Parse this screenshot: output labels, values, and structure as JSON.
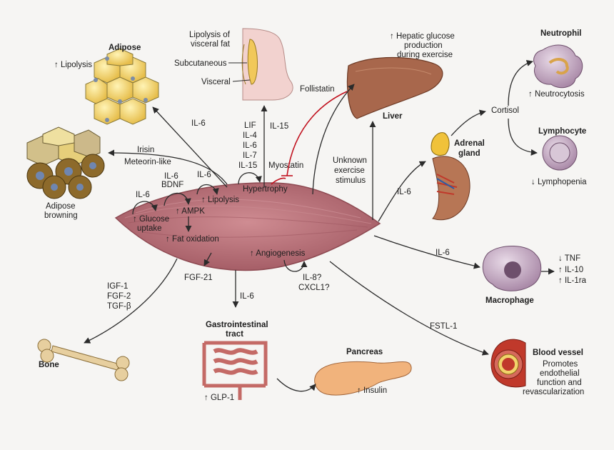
{
  "colors": {
    "muscle": "#b66b73",
    "muscle_dark": "#8e4a52",
    "fat_yellow": "#f2d36b",
    "liver": "#9c5a3f",
    "gut": "#e9a8a0",
    "pancreas": "#f1b37c",
    "bone": "#e3c99b",
    "cell_purple": "#b89ab5",
    "inhibit_red": "#c1121f",
    "background": "#f6f5f3"
  },
  "organs": {
    "adipose": {
      "title": "Adipose",
      "effect": "↑ Lipolysis"
    },
    "adipose_browning": {
      "title_line1": "Adipose",
      "title_line2": "browning"
    },
    "visceral_fat": {
      "title_line1": "Lipolysis of",
      "title_line2": "visceral fat",
      "subcutaneous": "Subcutaneous",
      "visceral": "Visceral"
    },
    "liver": {
      "title": "Liver",
      "effect_line1": "↑ Hepatic glucose",
      "effect_line2": "production",
      "effect_line3": "during exercise"
    },
    "neutrophil": {
      "title": "Neutrophil",
      "effect": "↑ Neutrocytosis"
    },
    "lymphocyte": {
      "title": "Lymphocyte",
      "effect": "↓ Lymphopenia"
    },
    "adrenal": {
      "title_line1": "Adrenal",
      "title_line2": "gland"
    },
    "macrophage": {
      "title": "Macrophage",
      "effect1": "↓ TNF",
      "effect2": "↑ IL-10",
      "effect3": "↑ IL-1ra"
    },
    "blood_vessel": {
      "title": "Blood vessel",
      "effect_line1": "Promotes",
      "effect_line2": "endothelial",
      "effect_line3": "function and",
      "effect_line4": "revascularization"
    },
    "pancreas": {
      "title": "Pancreas",
      "effect": "↑ Insulin"
    },
    "gi_tract": {
      "title_line1": "Gastrointestinal",
      "title_line2": "tract",
      "effect": "↑ GLP-1"
    },
    "bone": {
      "title": "Bone"
    }
  },
  "muscle_labels": {
    "glucose_uptake_line1": "↑ Glucose",
    "glucose_uptake_line2": "uptake",
    "ampk": "↑ AMPK",
    "fat_oxidation": "↑ Fat oxidation",
    "lipolysis": "↑ Lipolysis",
    "hypertrophy": "Hypertrophy",
    "angiogenesis": "↑ Angiogenesis"
  },
  "signals": {
    "il6_adipose": "IL-6",
    "irisin": "Irisin",
    "meteorin_like": "Meteorin-like",
    "il6_glucose": "IL-6",
    "il6_bdnf_line1": "IL-6",
    "il6_bdnf_line2": "BDNF",
    "il6_lipolysis": "IL-6",
    "hypertrophy_factors": [
      "LIF",
      "IL-4",
      "IL-6",
      "IL-7",
      "IL-15"
    ],
    "il15": "IL-15",
    "myostatin": "Myostatin",
    "follistatin": "Follistatin",
    "unknown_line1": "Unknown",
    "unknown_line2": "exercise",
    "unknown_line3": "stimulus",
    "il6_adrenal": "IL-6",
    "cortisol": "Cortisol",
    "il6_macrophage": "IL-6",
    "fstl1": "FSTL-1",
    "il8": "IL-8?",
    "cxcl1": "CXCL1?",
    "il6_gut": "IL-6",
    "fgf21": "FGF-21",
    "bone_factors": [
      "IGF-1",
      "FGF-2",
      "TGF-β"
    ]
  }
}
